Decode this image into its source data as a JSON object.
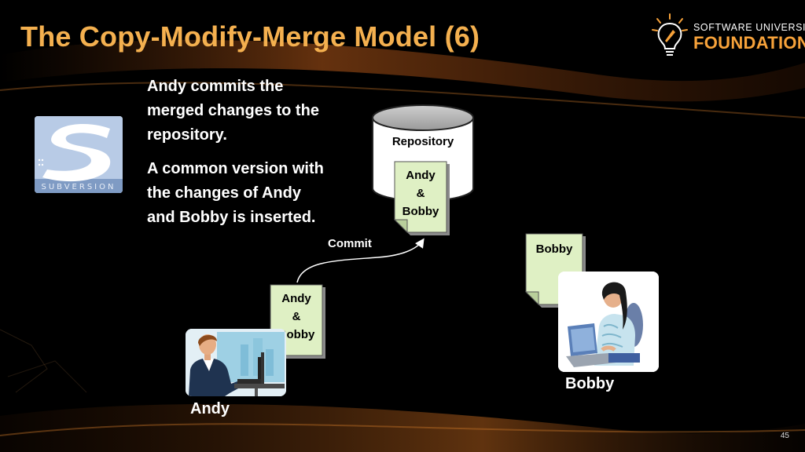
{
  "slide": {
    "title": "The Copy-Modify-Merge Model (6)",
    "page_number": "45"
  },
  "logo": {
    "line1": "SOFTWARE UNIVERSITY",
    "line2": "FOUNDATION",
    "icon": "lightbulb-rocket-icon"
  },
  "svn_logo": {
    "text": "SUBVERSION",
    "icon": "subversion-logo"
  },
  "description": {
    "paragraph1": "Andy commits the merged changes to the repository.",
    "paragraph2": "A common version with the changes of Andy and Bobby is inserted."
  },
  "diagram": {
    "repository_label": "Repository",
    "repo_doc": {
      "line1": "Andy",
      "line2": "&",
      "line3": "Bobby"
    },
    "commit_label": "Commit",
    "andy_doc": {
      "line1": "Andy",
      "line2": "&",
      "line3": "Bobby"
    },
    "bobby_doc": {
      "line1": "Bobby"
    },
    "andy_label": "Andy",
    "bobby_label": "Bobby"
  },
  "colors": {
    "title": "#f4b04f",
    "doc_fill": "#dff0c4",
    "accent_orange": "#f7a23a"
  }
}
